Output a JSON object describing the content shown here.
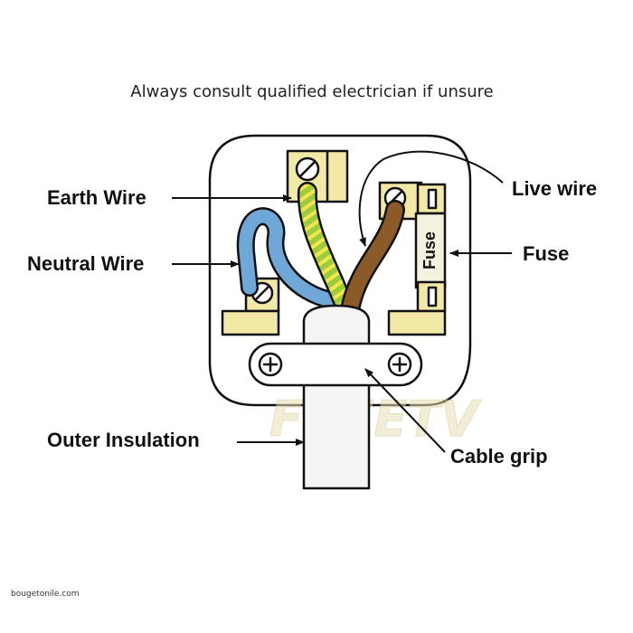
{
  "title": "Always consult qualified electrician if unsure",
  "labels": {
    "earth_wire": "Earth Wire",
    "neutral_wire": "Neutral Wire",
    "live_wire": "Live wire",
    "fuse": "Fuse",
    "outer_insulation": "Outer Insulation",
    "cable_grip": "Cable grip"
  },
  "fuse_text": "Fuse",
  "watermark": "FREETV",
  "credit": "bougetonile.com",
  "colors": {
    "terminal_brass": "#f2e9a6",
    "earth_green": "#9ccc3c",
    "earth_yellow": "#f2e64c",
    "neutral_blue": "#6fa7d9",
    "live_brown": "#8b5a26",
    "cable_grey": "#f4f4f4",
    "outline": "#111111"
  }
}
